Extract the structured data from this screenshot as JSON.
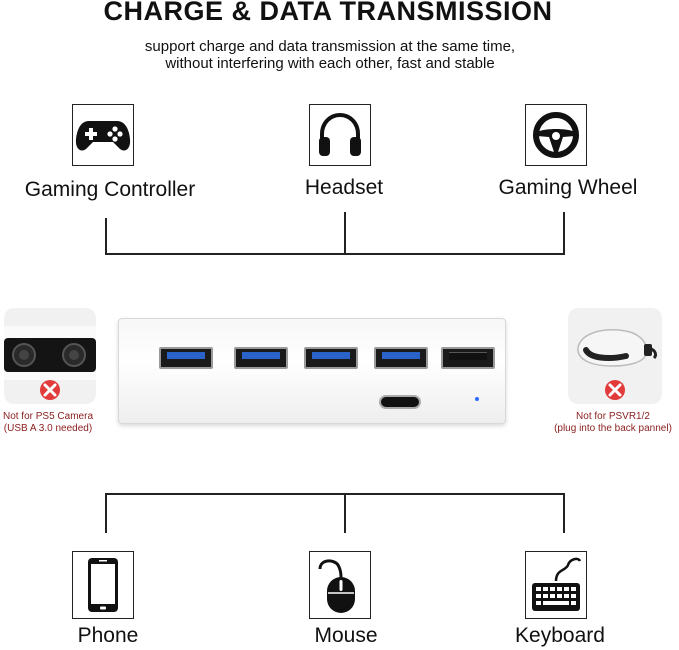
{
  "header": {
    "title": "CHARGE & DATA TRANSMISSION",
    "subtitle_line1": "support charge and data transmission at the same time,",
    "subtitle_line2": "without interfering with each other, fast and stable"
  },
  "top_devices": [
    {
      "label": "Gaming Controller",
      "icon": "gamepad-icon"
    },
    {
      "label": "Headset",
      "icon": "headphones-icon"
    },
    {
      "label": "Gaming Wheel",
      "icon": "steering-wheel-icon"
    }
  ],
  "bottom_devices": [
    {
      "label": "Phone",
      "icon": "phone-icon"
    },
    {
      "label": "Mouse",
      "icon": "mouse-icon"
    },
    {
      "label": "Keyboard",
      "icon": "keyboard-icon"
    }
  ],
  "left_notice": {
    "line1": "Not for PS5 Camera",
    "line2": "(USB A 3.0 needed)",
    "icon": "ps5-camera-icon"
  },
  "right_notice": {
    "line1": "Not for PSVR1/2",
    "line2": "(plug into the back pannel)",
    "icon": "vr-headset-icon"
  },
  "colors": {
    "accent_red": "#e23b3b",
    "warning_text": "#8b1e1e",
    "usb3_blue": "#2a62c9",
    "led_blue": "#2e6bff"
  }
}
